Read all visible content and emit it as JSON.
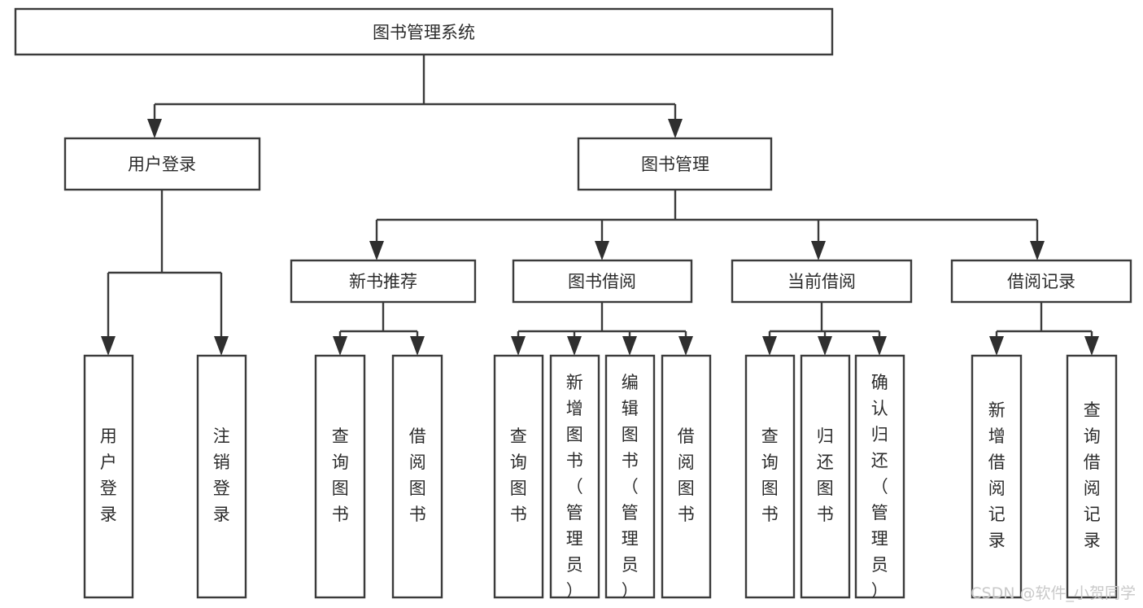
{
  "diagram": {
    "title": "图书管理系统",
    "type": "tree-hierarchy-diagram",
    "colors": {
      "background": "#ffffff",
      "stroke": "#3b3b3b",
      "text": "#2b2b2b",
      "watermark": "#c9c9c9"
    },
    "levels": {
      "root": {
        "label": "图书管理系统"
      },
      "level2": [
        {
          "id": "user-login",
          "label": "用户登录"
        },
        {
          "id": "book-management",
          "label": "图书管理"
        }
      ],
      "level3": [
        {
          "id": "new-book-recommend",
          "label": "新书推荐"
        },
        {
          "id": "book-borrow",
          "label": "图书借阅"
        },
        {
          "id": "current-borrow",
          "label": "当前借阅"
        },
        {
          "id": "borrow-record",
          "label": "借阅记录"
        }
      ],
      "leaves": [
        {
          "id": "leaf-user-login",
          "label": "用户登录",
          "parent": "user-login"
        },
        {
          "id": "leaf-logout",
          "label": "注销登录",
          "parent": "user-login"
        },
        {
          "id": "leaf-query-book-1",
          "label": "查询图书",
          "parent": "new-book-recommend"
        },
        {
          "id": "leaf-borrow-book-1",
          "label": "借阅图书",
          "parent": "new-book-recommend"
        },
        {
          "id": "leaf-query-book-2",
          "label": "查询图书",
          "parent": "book-borrow"
        },
        {
          "id": "leaf-add-book",
          "label": "新增图书（管理员）",
          "parent": "book-borrow"
        },
        {
          "id": "leaf-edit-book",
          "label": "编辑图书（管理员）",
          "parent": "book-borrow"
        },
        {
          "id": "leaf-borrow-book-2",
          "label": "借阅图书",
          "parent": "book-borrow"
        },
        {
          "id": "leaf-query-book-3",
          "label": "查询图书",
          "parent": "current-borrow"
        },
        {
          "id": "leaf-return-book",
          "label": "归还图书",
          "parent": "current-borrow"
        },
        {
          "id": "leaf-confirm-return",
          "label": "确认归还（管理员）",
          "parent": "current-borrow"
        },
        {
          "id": "leaf-add-record",
          "label": "新增借阅记录",
          "parent": "borrow-record"
        },
        {
          "id": "leaf-query-record",
          "label": "查询借阅记录",
          "parent": "borrow-record"
        }
      ]
    },
    "watermark": "CSDN @软件_小贺同学"
  }
}
